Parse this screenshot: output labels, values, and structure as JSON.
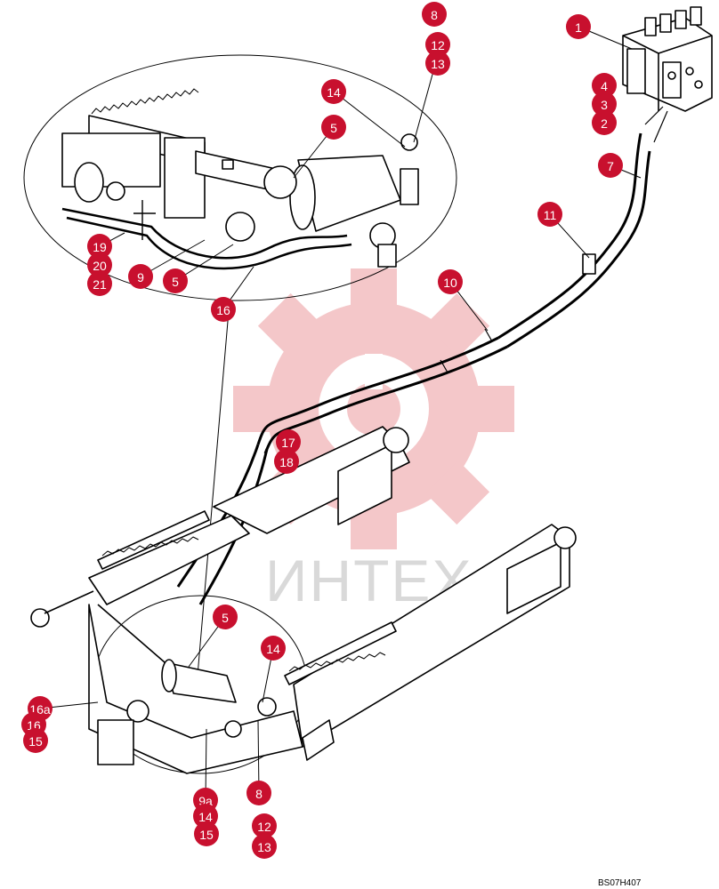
{
  "drawing_ref": "BS07H407",
  "watermark": {
    "text": "ИНТЕХ",
    "gear_color": "#f4c7c9",
    "text_color": "#d9d9d9"
  },
  "callout_color": "#c8102e",
  "callouts": [
    {
      "label": "8"
    },
    {
      "label": "12"
    },
    {
      "label": "13"
    },
    {
      "label": "1"
    },
    {
      "label": "4"
    },
    {
      "label": "3"
    },
    {
      "label": "2"
    },
    {
      "label": "7"
    },
    {
      "label": "11"
    },
    {
      "label": "10"
    },
    {
      "label": "14"
    },
    {
      "label": "5"
    },
    {
      "label": "19"
    },
    {
      "label": "20"
    },
    {
      "label": "21"
    },
    {
      "label": "9"
    },
    {
      "label": "5"
    },
    {
      "label": "16"
    },
    {
      "label": "17"
    },
    {
      "label": "18"
    },
    {
      "label": "5"
    },
    {
      "label": "14"
    },
    {
      "label": "16a"
    },
    {
      "label": "16"
    },
    {
      "label": "15"
    },
    {
      "label": "9a"
    },
    {
      "label": "14"
    },
    {
      "label": "15"
    },
    {
      "label": "8"
    },
    {
      "label": "12"
    },
    {
      "label": "13"
    }
  ]
}
